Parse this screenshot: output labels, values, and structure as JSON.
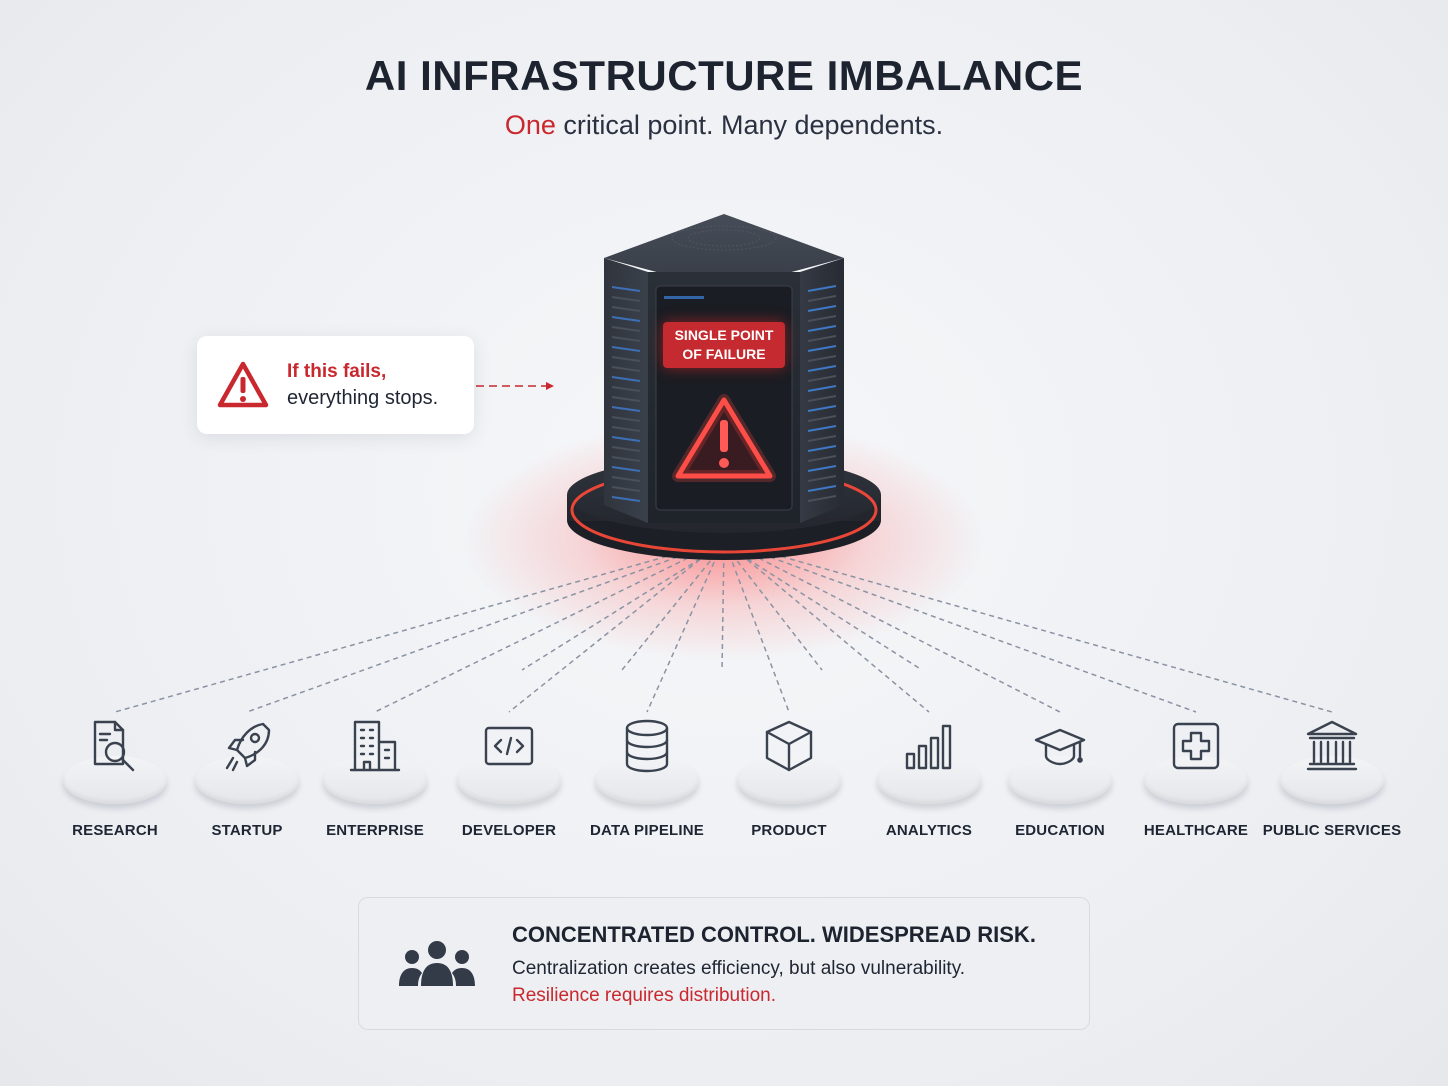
{
  "header": {
    "title": "AI INFRASTRUCTURE IMBALANCE",
    "subtitle_accent": "One",
    "subtitle_rest": " critical point. Many dependents."
  },
  "callout": {
    "line1": "If this fails,",
    "line2": "everything stops.",
    "icon": "warning-triangle-icon"
  },
  "server": {
    "badge_line1": "SINGLE POINT",
    "badge_line2": "OF FAILURE",
    "icon": "warning-triangle-icon"
  },
  "dependents": [
    {
      "label": "RESEARCH",
      "icon": "document-search-icon"
    },
    {
      "label": "STARTUP",
      "icon": "rocket-icon"
    },
    {
      "label": "ENTERPRISE",
      "icon": "building-icon"
    },
    {
      "label": "DEVELOPER",
      "icon": "code-icon"
    },
    {
      "label": "DATA PIPELINE",
      "icon": "database-icon"
    },
    {
      "label": "PRODUCT",
      "icon": "cube-icon"
    },
    {
      "label": "ANALYTICS",
      "icon": "bar-chart-icon"
    },
    {
      "label": "EDUCATION",
      "icon": "graduation-cap-icon"
    },
    {
      "label": "HEALTHCARE",
      "icon": "medical-cross-icon"
    },
    {
      "label": "PUBLIC SERVICES",
      "icon": "institution-icon"
    }
  ],
  "footer": {
    "heading": "CONCENTRATED CONTROL. WIDESPREAD RISK.",
    "line1": "Centralization creates efficiency, but also vulnerability.",
    "line2": "Resilience requires distribution.",
    "icon": "people-group-icon"
  },
  "colors": {
    "accent_red": "#c8282e",
    "text_dark": "#1d2430",
    "line_gray": "#8a93a3",
    "server_dark": "#2a2e36"
  }
}
